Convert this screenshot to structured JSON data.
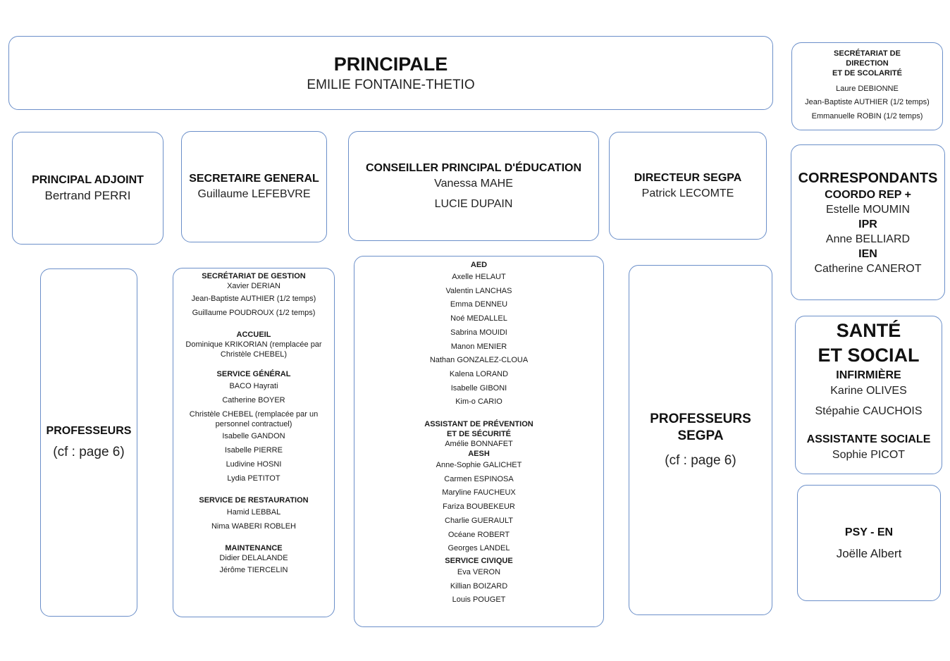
{
  "principale": {
    "title": "PRINCIPALE",
    "name": "EMILIE FONTAINE-THETIO"
  },
  "secretariat_direction": {
    "title_lines": [
      "SECRÉTARIAT DE",
      "DIRECTION",
      "ET DE SCOLARITÉ"
    ],
    "members": [
      "Laure DEBIONNE",
      "Jean-Baptiste AUTHIER (1/2 temps)",
      "Emmanuelle ROBIN (1/2 temps)"
    ]
  },
  "principal_adjoint": {
    "title": "PRINCIPAL ADJOINT",
    "name": "Bertrand PERRI"
  },
  "secretaire_general": {
    "title": "SECRETAIRE GENERAL",
    "name": "Guillaume LEFEBVRE"
  },
  "cpe": {
    "title": "CONSEILLER PRINCIPAL D'ÉDUCATION",
    "names": [
      "Vanessa MAHE",
      "LUCIE DUPAIN"
    ]
  },
  "directeur_segpa": {
    "title": "DIRECTEUR SEGPA",
    "name": "Patrick LECOMTE"
  },
  "correspondants": {
    "title": "CORRESPONDANTS",
    "coordo_label": "COORDO REP +",
    "coordo_name": "Estelle MOUMIN",
    "ipr_label": "IPR",
    "ipr_name": "Anne BELLIARD",
    "ien_label": "IEN",
    "ien_name": "Catherine CANEROT"
  },
  "professeurs": {
    "title": "PROFESSEURS",
    "note": "(cf : page 6)"
  },
  "gestion": {
    "secretariat_title": "SECRÉTARIAT DE GESTION",
    "secretariat_members": [
      "Xavier DERIAN",
      "Jean-Baptiste AUTHIER (1/2 temps)",
      "Guillaume POUDROUX (1/2 temps)"
    ],
    "accueil_title": "ACCUEIL",
    "accueil_lines": [
      "Dominique KRIKORIAN (remplacée par",
      "Christèle CHEBEL)"
    ],
    "service_general_title": "SERVICE GÉNÉRAL",
    "service_general_members": [
      "BACO Hayrati",
      "Catherine BOYER"
    ],
    "chebel_lines": [
      "Christèle CHEBEL (remplacée par un",
      "personnel contractuel)"
    ],
    "service_general_members_2": [
      "Isabelle GANDON",
      "Isabelle PIERRE",
      "Ludivine HOSNI",
      "Lydia PETITOT"
    ],
    "restauration_title": "SERVICE DE RESTAURATION",
    "restauration_members": [
      "Hamid LEBBAL",
      "Nima WABERI ROBLEH"
    ],
    "maintenance_title": "MAINTENANCE",
    "maintenance_members": [
      "Didier DELALANDE",
      "Jérôme TIERCELIN"
    ]
  },
  "vie_scolaire": {
    "aed_title": "AED",
    "aed_members": [
      "Axelle HELAUT",
      "Valentin LANCHAS",
      "Emma DENNEU",
      "Noé MEDALLEL",
      "Sabrina MOUIDI",
      "Manon MENIER",
      "Nathan GONZALEZ-CLOUA",
      "Kalena LORAND",
      "Isabelle GIBONI",
      "Kim-o CARIO"
    ],
    "aps_title_lines": [
      "ASSISTANT DE PRÉVENTION",
      "ET DE SÉCURITÉ"
    ],
    "aps_member": "Amélie BONNAFET",
    "aesh_title": "AESH",
    "aesh_members": [
      "Anne-Sophie GALICHET",
      "Carmen ESPINOSA",
      "Maryline FAUCHEUX",
      "Fariza BOUBEKEUR",
      "Charlie GUERAULT",
      "Océane ROBERT",
      "Georges LANDEL"
    ],
    "civique_title": "SERVICE CIVIQUE",
    "civique_members": [
      "Eva VERON",
      "Killian BOIZARD",
      "Louis POUGET"
    ]
  },
  "professeurs_segpa": {
    "title_lines": [
      "PROFESSEURS",
      "SEGPA"
    ],
    "note": "(cf : page 6)"
  },
  "sante_social": {
    "title_lines": [
      "SANTÉ",
      "ET SOCIAL"
    ],
    "infirmiere_label": "INFIRMIÈRE",
    "infirmiere_names": [
      "Karine OLIVES",
      "Stépahie CAUCHOIS"
    ],
    "assistante_label": "ASSISTANTE SOCIALE",
    "assistante_name": "Sophie PICOT"
  },
  "psy_en": {
    "title": "PSY - EN",
    "name": "Joëlle Albert"
  }
}
